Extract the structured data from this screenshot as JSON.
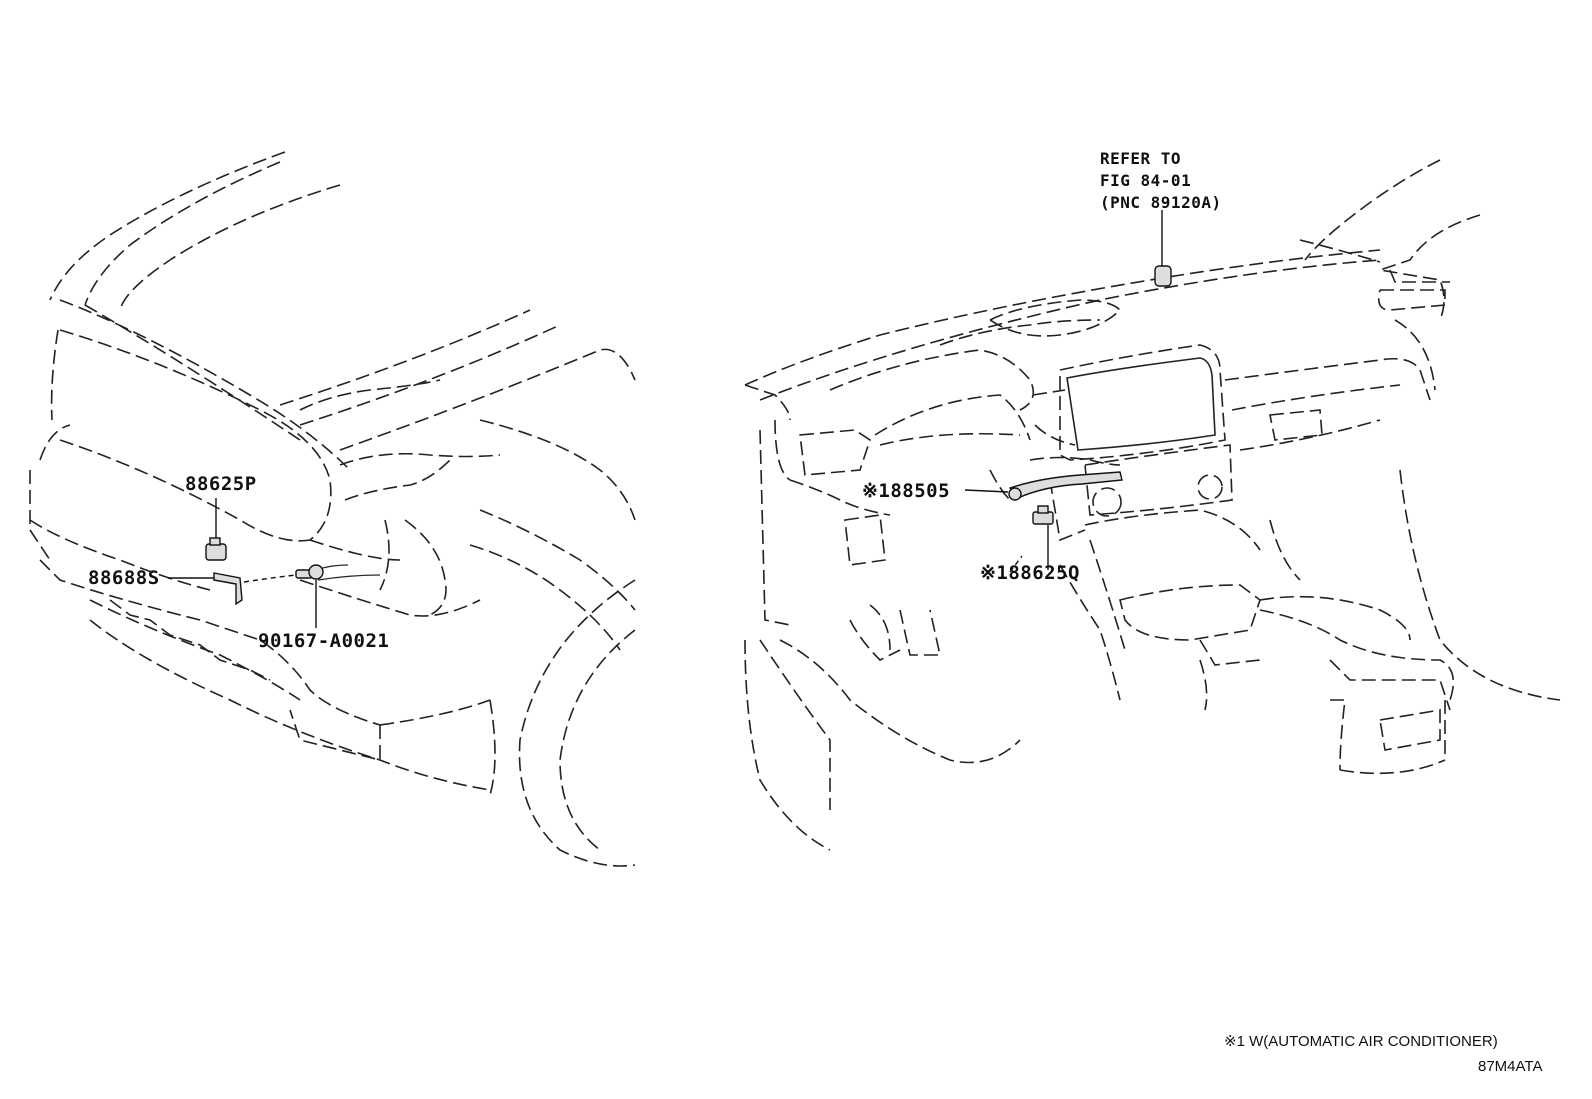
{
  "callouts": {
    "p88625P": "88625P",
    "p88688S": "88688S",
    "p90167": "90167-A0021",
    "p88505": "88505",
    "p88625Q": "88625Q",
    "mark": "※1"
  },
  "refer": {
    "line1": "REFER TO",
    "line2": "FIG 84-01",
    "line3": "(PNC 89120A)"
  },
  "footer": {
    "note": "※1 W(AUTOMATIC AIR CONDITIONER)",
    "code": "87M4ATA"
  }
}
